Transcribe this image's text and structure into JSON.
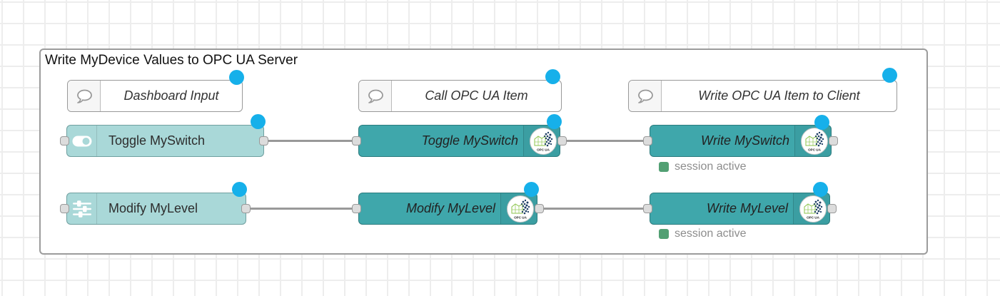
{
  "group": {
    "title": "Write MyDevice Values to OPC UA Server"
  },
  "comments": [
    {
      "label": "Dashboard Input"
    },
    {
      "label": "Call OPC UA Item"
    },
    {
      "label": "Write OPC UA Item to Client"
    }
  ],
  "nodes": [
    {
      "label": "Toggle MySwitch"
    },
    {
      "label": "Modify MyLevel"
    },
    {
      "label": "Toggle MySwitch"
    },
    {
      "label": "Modify MyLevel"
    },
    {
      "label": "Write MySwitch",
      "status": "session active"
    },
    {
      "label": "Write MyLevel",
      "status": "session active"
    }
  ],
  "badge": {
    "opcua_label": "OPC UA"
  },
  "icons": {
    "comment": "speech-bubble-icon",
    "node_row2_left": "toggle-switch-icon",
    "node_row3_left": "sliders-icon",
    "opcua": "opcua-logo-icon"
  },
  "colors": {
    "node_light": "#a9d8d8",
    "node_teal": "#3fa7ab",
    "changed_dot": "#16b0ea",
    "status_green": "#52a073",
    "wire": "#999999",
    "group_border": "#9c9c9c",
    "grid_line": "#ededed"
  }
}
